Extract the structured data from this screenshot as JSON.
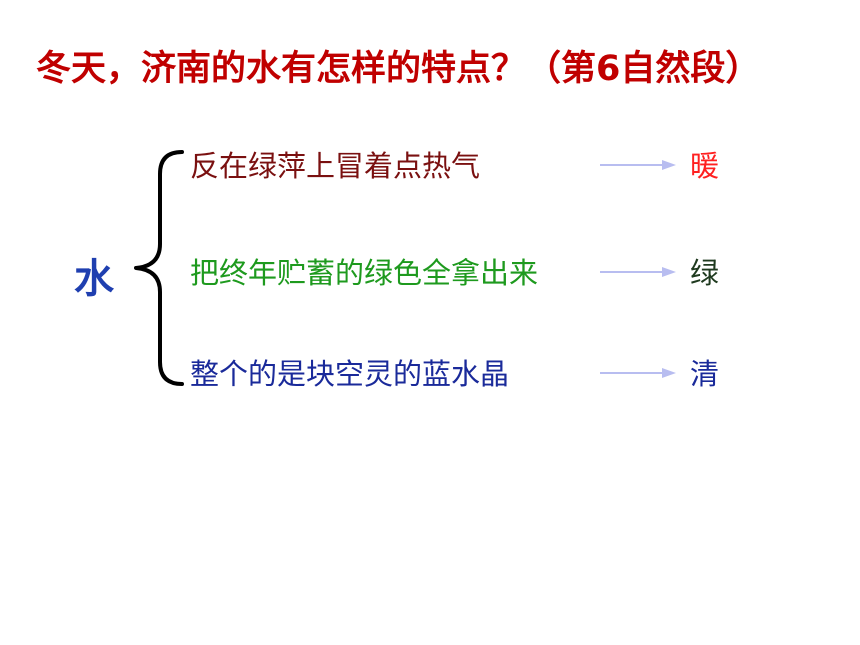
{
  "title": "冬天，济南的水有怎样的特点？（第6自然段）",
  "subject": "水",
  "rows": [
    {
      "phrase": "反在绿萍上冒着点热气",
      "word": "暖",
      "phrase_color": "#7a1010",
      "word_color": "#ff2020"
    },
    {
      "phrase": "把终年贮蓄的绿色全拿出来",
      "word": "绿",
      "phrase_color": "#1e9a1e",
      "word_color": "#1f3a1f"
    },
    {
      "phrase": "整个的是块空灵的蓝水晶",
      "word": "清",
      "phrase_color": "#1a2a9a",
      "word_color": "#1a2a9a"
    }
  ],
  "arrow_color": "#b8bdf0",
  "brace_color": "#000000"
}
